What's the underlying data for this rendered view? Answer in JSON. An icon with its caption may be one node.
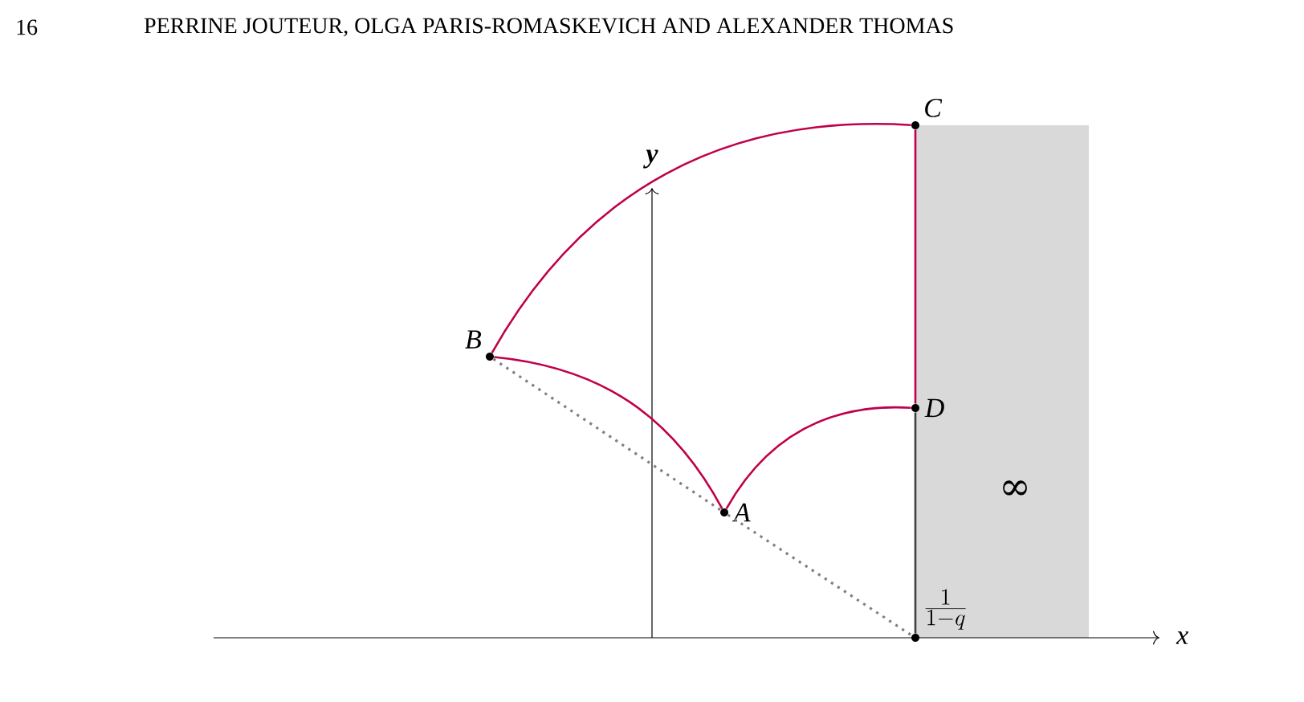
{
  "diagram": {
    "nodes": [
      {
        "text": [
          "A"
        ]
      },
      {
        "text": [
          "B"
        ]
      },
      {
        "text": [
          "C"
        ]
      },
      {
        "text": [
          "D"
        ]
      },
      {
        "text": [
          "\\frac{1}{1-q}"
        ]
      }
    ],
    "edges": [
      {
        "from": 1,
        "to": 2,
        "arrow": "none",
        "color": "#c0004a"
      },
      {
        "from": 1,
        "to": 0,
        "arrow": "none",
        "color": "#c0004a"
      },
      {
        "from": 0,
        "to": 3,
        "arrow": "none",
        "color": "#c0004a"
      },
      {
        "from": 3,
        "to": 2,
        "arrow": "none",
        "color": "#c0004a"
      },
      {
        "from": 4,
        "to": 3,
        "arrow": "none",
        "color": "#404040"
      },
      {
        "from": 1,
        "to": 0,
        "arrow": "none",
        "style": "dashed",
        "color": "#808080"
      },
      {
        "from": 0,
        "to": 4,
        "arrow": "none",
        "style": "dashed",
        "color": "#808080"
      }
    ],
    "labels": [
      "16",
      "PERRINE JOUTEUR, OLGA PARIS-ROMASKEVICH AND ALEXANDER THOMAS",
      "y",
      "x",
      "∞"
    ]
  }
}
